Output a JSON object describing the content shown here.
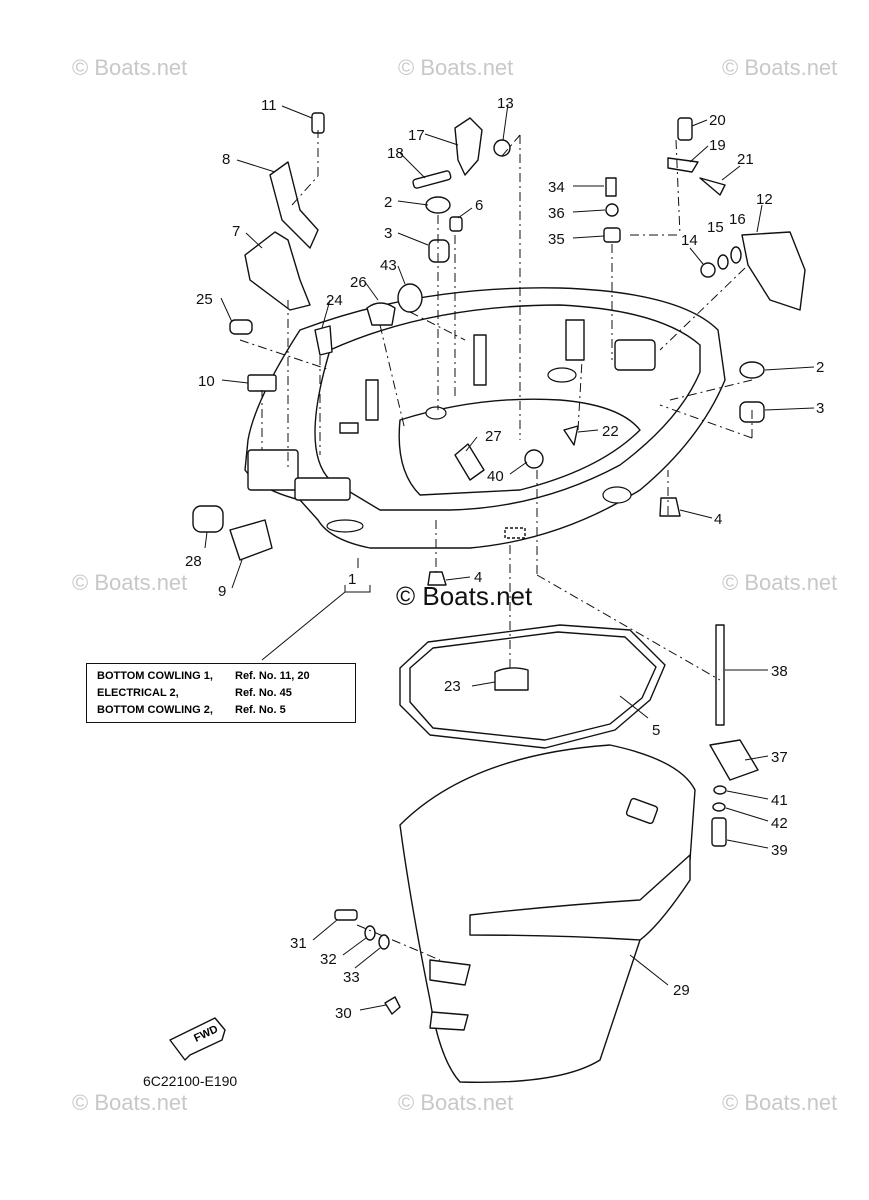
{
  "watermarks": [
    "© Boats.net",
    "© Boats.net",
    "© Boats.net",
    "© Boats.net",
    "© Boats.net",
    "© Boats.net",
    "© Boats.net"
  ],
  "center_watermark": "© Boats.net",
  "reference_box": {
    "rows": [
      {
        "name": "BOTTOM COWLING 1,",
        "ref": "Ref. No. 11, 20"
      },
      {
        "name": "ELECTRICAL 2,",
        "ref": "Ref. No. 45"
      },
      {
        "name": "BOTTOM COWLING 2,",
        "ref": "Ref. No. 5"
      }
    ]
  },
  "diagram_code": "6C22100-E190",
  "fwd_label": "FWD",
  "callouts": {
    "c1": "1",
    "c2a": "2",
    "c2b": "2",
    "c3a": "3",
    "c3b": "3",
    "c4a": "4",
    "c4b": "4",
    "c5": "5",
    "c6": "6",
    "c7": "7",
    "c8": "8",
    "c9": "9",
    "c10": "10",
    "c11": "11",
    "c12": "12",
    "c13": "13",
    "c14": "14",
    "c15": "15",
    "c16": "16",
    "c17": "17",
    "c18": "18",
    "c19": "19",
    "c20": "20",
    "c21": "21",
    "c22": "22",
    "c23": "23",
    "c24": "24",
    "c25": "25",
    "c26": "26",
    "c27": "27",
    "c28": "28",
    "c29": "29",
    "c30": "30",
    "c31": "31",
    "c32": "32",
    "c33": "33",
    "c34": "34",
    "c35": "35",
    "c36": "36",
    "c37": "37",
    "c38": "38",
    "c39": "39",
    "c40": "40",
    "c41": "41",
    "c42": "42",
    "c43": "43"
  }
}
